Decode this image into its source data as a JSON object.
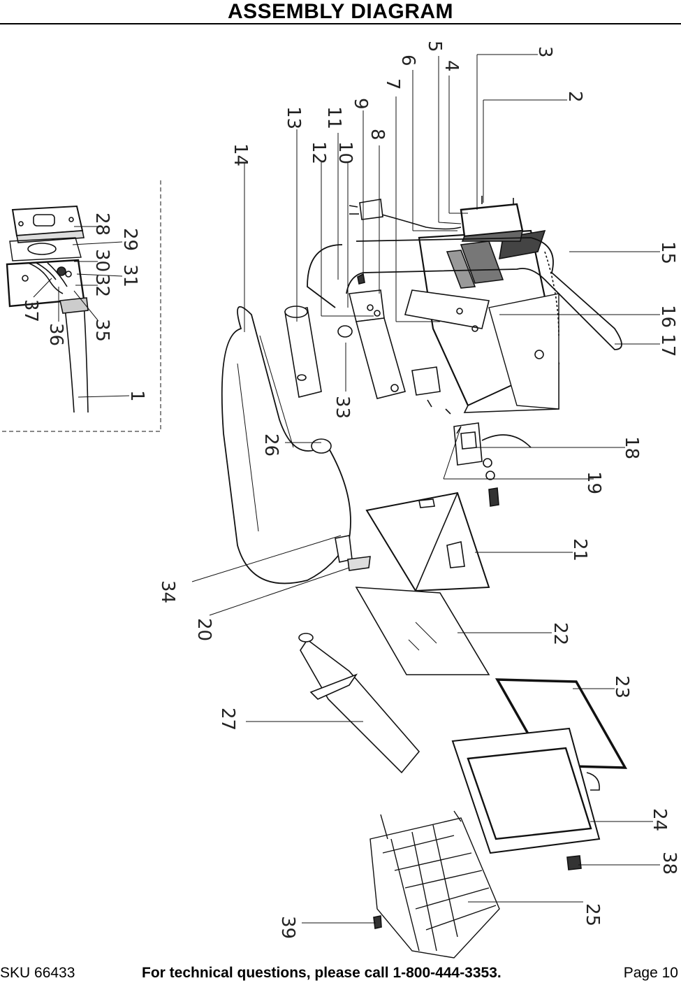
{
  "header": {
    "title": "ASSEMBLY DIAGRAM"
  },
  "diagram": {
    "callouts": [
      "1",
      "2",
      "3",
      "4",
      "5",
      "6",
      "7",
      "8",
      "9",
      "10",
      "11",
      "12",
      "13",
      "14",
      "15",
      "16 17",
      "18",
      "19",
      "20",
      "21",
      "22",
      "23",
      "24",
      "25",
      "26",
      "27",
      "28",
      "29",
      "30",
      "31",
      "32",
      "33",
      "34",
      "35",
      "36",
      "37",
      "38",
      "39"
    ]
  },
  "footer": {
    "sku": "SKU 66433",
    "tech": "For technical questions, please call 1-800-444-3353.",
    "page": "Page 10"
  }
}
